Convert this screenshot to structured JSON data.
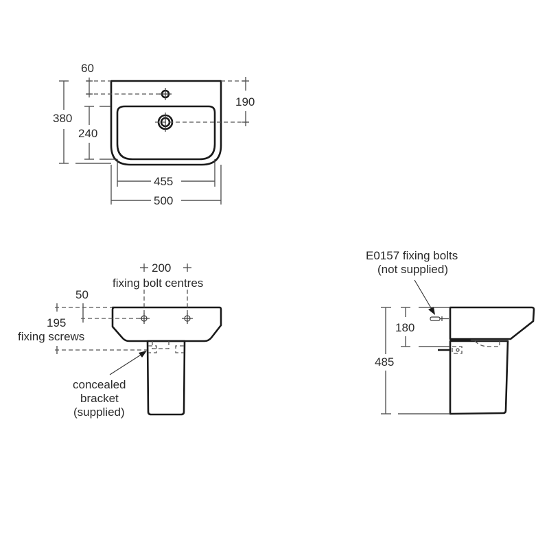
{
  "top_view": {
    "dim_tap_offset": "60",
    "dim_overall_depth": "380",
    "dim_bowl_depth": "240",
    "dim_waste_from_back": "190",
    "dim_bowl_width": "455",
    "dim_overall_width": "500"
  },
  "front_view": {
    "dim_bolt_centres": "200",
    "label_bolt_centres": "fixing bolt centres",
    "dim_offset": "50",
    "dim_fixing_screws": "195",
    "label_fixing_screws": "fixing screws",
    "label_bracket_line1": "concealed",
    "label_bracket_line2": "bracket",
    "label_bracket_line3": "(supplied)"
  },
  "side_view": {
    "label_bolts_line1": "E0157 fixing bolts",
    "label_bolts_line2": "(not supplied)",
    "dim_bolt_to_bracket": "180",
    "dim_overall_height": "485"
  },
  "colors": {
    "line": "#1a1a1a",
    "dimension": "#555555",
    "background": "#ffffff"
  }
}
